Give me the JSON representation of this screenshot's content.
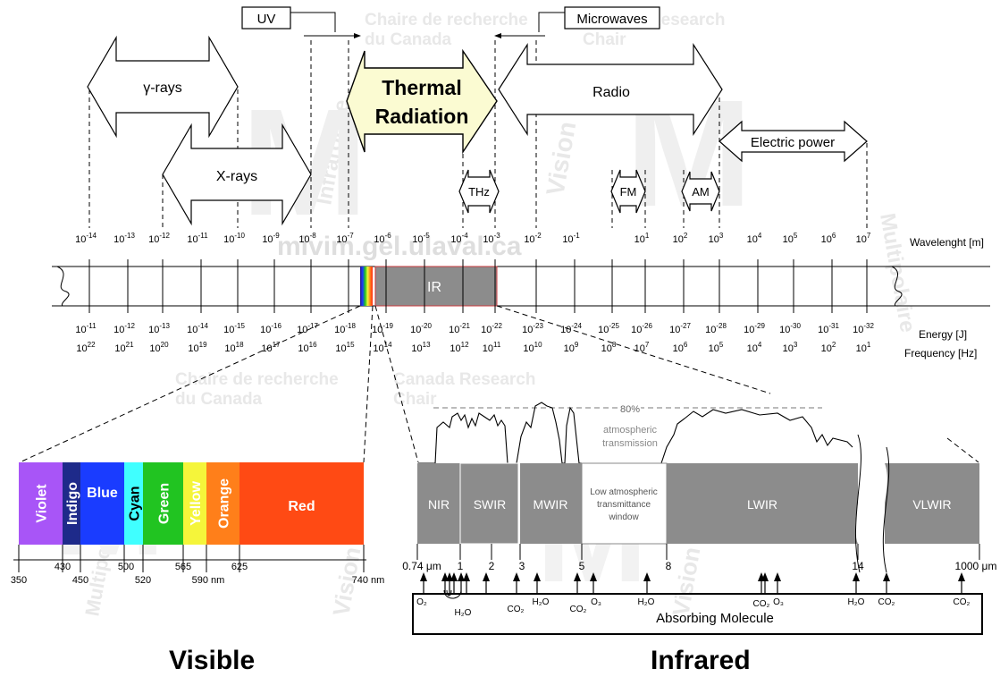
{
  "watermark": {
    "lines_top": [
      "Chaire de recherche",
      "du Canada"
    ],
    "lines_top_right": [
      "Canada Research",
      "Chair"
    ],
    "url": "mivim.gel.ulaval.ca",
    "vertical_words": [
      "Vision",
      "Multipolaire",
      "Infrarouge",
      "Multipolaire",
      "Vision",
      "Vision"
    ],
    "lines_mid": [
      "Chaire de recherche",
      "du Canada"
    ],
    "lines_mid_right": [
      "Canada Research",
      "Chair"
    ]
  },
  "bands": {
    "uv": "UV",
    "microwaves": "Microwaves",
    "gamma": "γ-rays",
    "xrays": "X-rays",
    "thermal_line1": "Thermal",
    "thermal_line2": "Radiation",
    "radio": "Radio",
    "electric": "Electric power",
    "thz": "THz",
    "fm": "FM",
    "am": "AM"
  },
  "scale": {
    "wavelength_exponents": [
      "-14",
      "-13",
      "-12",
      "-11",
      "-10",
      "-9",
      "-8",
      "-7",
      "-6",
      "-5",
      "-4",
      "-3",
      "-2",
      "-1",
      "1",
      "2",
      "3",
      "4",
      "5",
      "6",
      "7"
    ],
    "wavelength_label": "Wavelenght [m]",
    "energy_exponents": [
      "-11",
      "-12",
      "-13",
      "-14",
      "-15",
      "-16",
      "-17",
      "-18",
      "-19",
      "-20",
      "-21",
      "-22",
      "-23",
      "-24",
      "-25",
      "-26",
      "-27",
      "-28",
      "-29",
      "-30",
      "-31",
      "-32"
    ],
    "frequency_exponents": [
      "22",
      "21",
      "20",
      "19",
      "18",
      "17",
      "16",
      "15",
      "14",
      "13",
      "12",
      "11",
      "10",
      "9",
      "8",
      "7",
      "6",
      "5",
      "4",
      "3",
      "2",
      "1"
    ],
    "energy_label": "Energy [J]",
    "frequency_label": "Frequency [Hz]",
    "ir_label": "IR"
  },
  "visible": {
    "colors": [
      {
        "name": "Violet",
        "hex": "#a855f7"
      },
      {
        "name": "Indigo",
        "hex": "#1e2a8a"
      },
      {
        "name": "Blue",
        "hex": "#1a3cff"
      },
      {
        "name": "Cyan",
        "hex": "#40ffff"
      },
      {
        "name": "Green",
        "hex": "#21c421"
      },
      {
        "name": "Yellow",
        "hex": "#f5f53a"
      },
      {
        "name": "Orange",
        "hex": "#ff7f1a"
      },
      {
        "name": "Red",
        "hex": "#ff4a14"
      }
    ],
    "ticks": [
      "350",
      "430",
      "450",
      "500",
      "520",
      "565",
      "590 nm",
      "625",
      "740 nm"
    ],
    "caption": "Visible"
  },
  "infrared": {
    "atm_80": "80%",
    "atm_label_1": "atmospheric",
    "atm_label_2": "transmission",
    "bands": [
      "NIR",
      "SWIR",
      "MWIR",
      "LWIR",
      "VLWIR"
    ],
    "window_lines": [
      "Low atmospheric",
      "transmittance",
      "window"
    ],
    "ticks": [
      "0.74 μm",
      "1",
      "2",
      "3",
      "5",
      "8",
      "14",
      "1000 μm"
    ],
    "molecules": [
      "O₂",
      "H₂O",
      "CO₂",
      "H₂O",
      "CO₂",
      "O₃",
      "H₂O",
      "CO₂",
      "O₃",
      "H₂O",
      "CO₂",
      "CO₂"
    ],
    "absorbing_label": "Absorbing Molecule",
    "caption": "Infrared"
  },
  "colors": {
    "thermal_fill": "#fbfbd2",
    "ir_bar": "#8c8c8c",
    "ir_band": "#8c8c8c",
    "watermark": "#e6e6e6"
  }
}
